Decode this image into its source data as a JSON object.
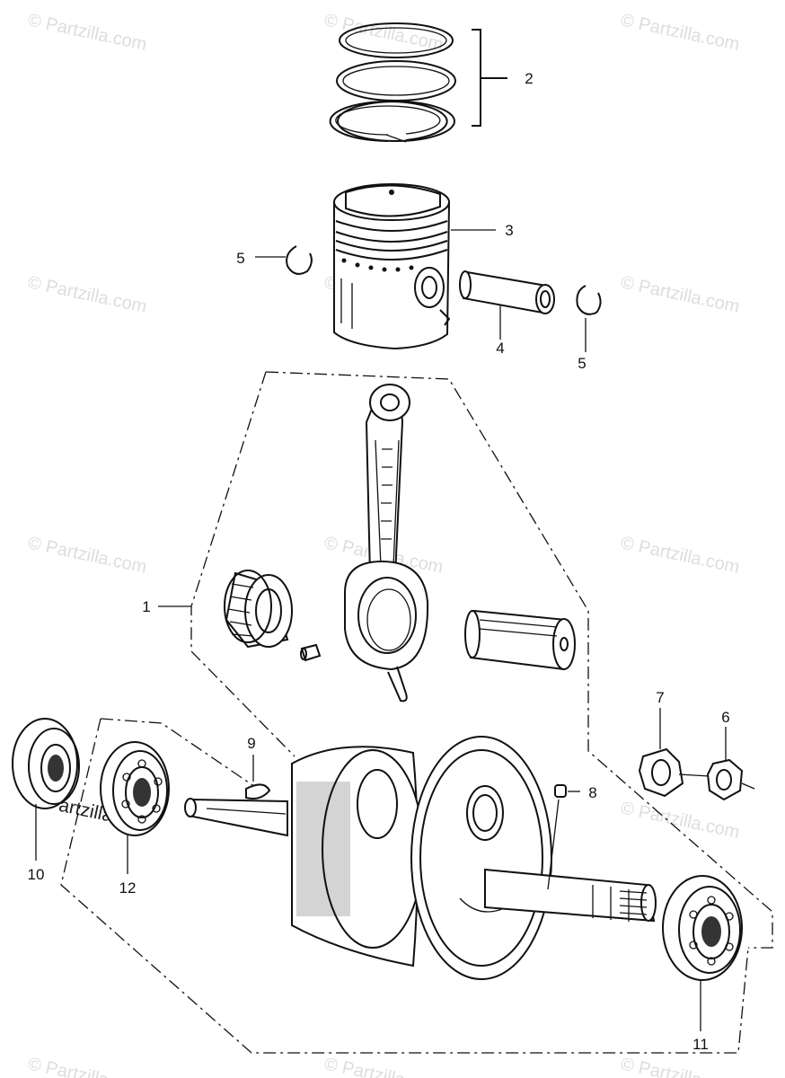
{
  "watermark": {
    "text": "© Partzilla.com",
    "color": "#d2d2d2"
  },
  "diagram": {
    "callouts": [
      {
        "id": "ring-set",
        "label": "2"
      },
      {
        "id": "piston",
        "label": "3"
      },
      {
        "id": "clip-left",
        "label": "5"
      },
      {
        "id": "piston-pin",
        "label": "4"
      },
      {
        "id": "clip-right",
        "label": "5"
      },
      {
        "id": "connecting-rod-assy",
        "label": "1"
      },
      {
        "id": "washer-7",
        "label": "7"
      },
      {
        "id": "nut-6",
        "label": "6"
      },
      {
        "id": "woodruff-key",
        "label": "9"
      },
      {
        "id": "pin-8",
        "label": "8"
      },
      {
        "id": "bearing-10",
        "label": "10"
      },
      {
        "id": "bearing-12",
        "label": "12"
      },
      {
        "id": "bearing-11",
        "label": "11"
      }
    ]
  }
}
